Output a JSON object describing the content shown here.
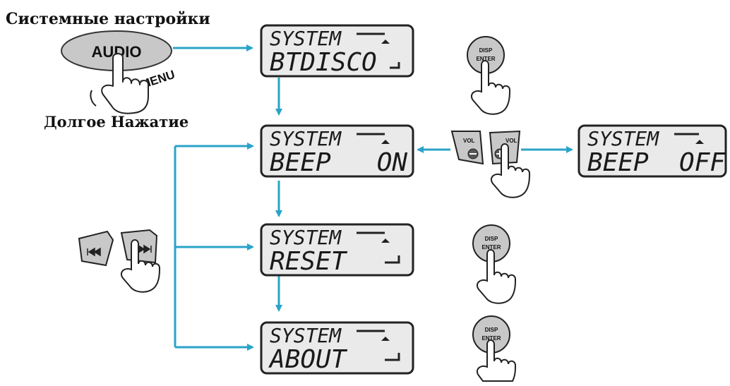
{
  "title": "Системные настройки",
  "long_press_label": "Долгое Нажатие",
  "audio_button": {
    "label": "AUDIO",
    "sublabel": "MENU"
  },
  "screens": [
    {
      "line1": "SYSTEM",
      "line2": "BTDISCO"
    },
    {
      "line1": "SYSTEM",
      "line2": "BEEP   ON"
    },
    {
      "line1": "SYSTEM",
      "line2": "RESET"
    },
    {
      "line1": "SYSTEM",
      "line2": "ABOUT"
    },
    {
      "line1": "SYSTEM",
      "line2": "BEEP  OFF"
    }
  ],
  "enter_button": {
    "line1": "DISP",
    "line2": "ENTER"
  },
  "vol_buttons": {
    "label": "VOL"
  },
  "colors": {
    "arrow": "#2aa3c9",
    "lcd_fill": "#eaeaea",
    "lcd_border": "#222222",
    "button_fill": "#c8c8c8"
  },
  "icons": [
    "pointing-hand-icon",
    "skip-back-icon",
    "skip-forward-icon",
    "volume-minus-icon",
    "volume-plus-icon",
    "enter-key-icon",
    "return-arrow-icon"
  ]
}
